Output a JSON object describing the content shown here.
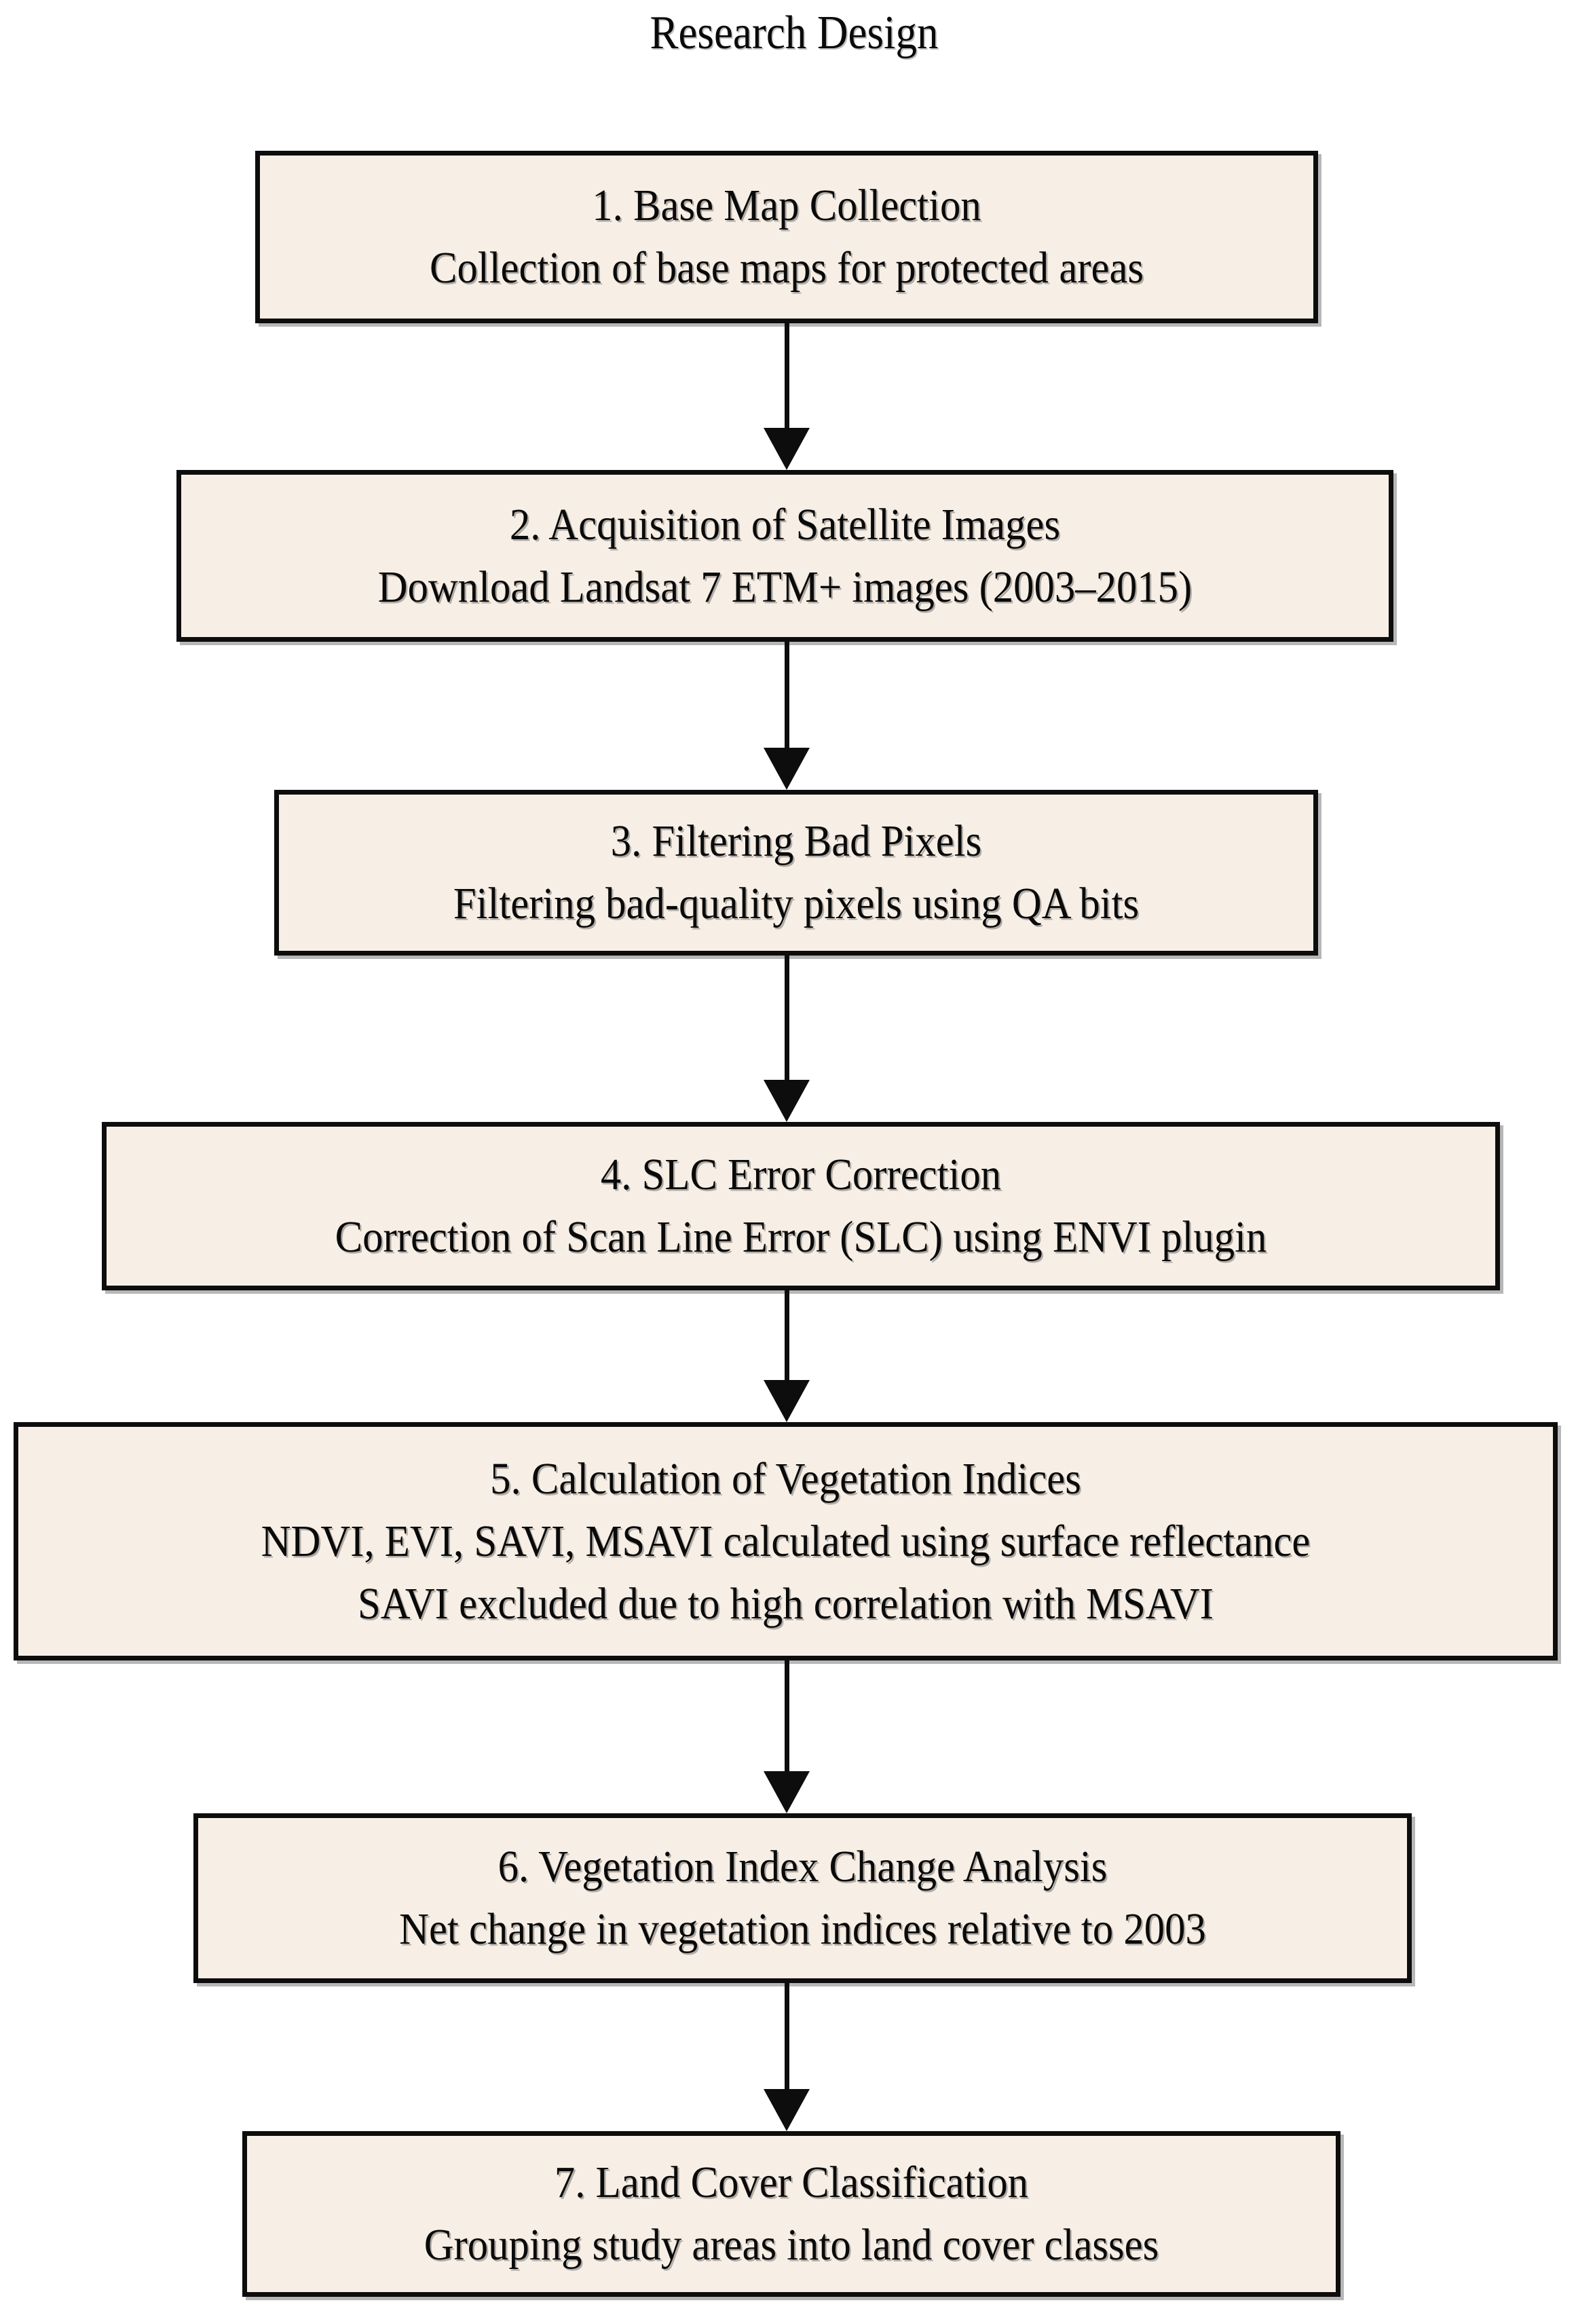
{
  "figure": {
    "title": "Research Design",
    "type": "flowchart",
    "orientation": "vertical-top-to-bottom",
    "background_color": "#FFFFFF",
    "node_fill_color": "#F7EFE6",
    "node_border_color": "#0D0D0D",
    "text_color": "#0A0A0A",
    "connector_color": "#0D0D0D",
    "connector_style": "straight-line-with-solid-triangular-arrowhead"
  },
  "nodes": [
    {
      "id": 1,
      "number": "1.",
      "title": "1. Base Map Collection",
      "description": "Collection of base maps for protected areas",
      "lines": [
        "1. Base Map Collection",
        "Collection of base maps for protected areas"
      ]
    },
    {
      "id": 2,
      "number": "2.",
      "title": "2. Acquisition of Satellite Images",
      "description": "Download Landsat 7 ETM+ images (2003–2015)",
      "lines": [
        "2. Acquisition of Satellite Images",
        "Download Landsat 7 ETM+ images (2003–2015)"
      ]
    },
    {
      "id": 3,
      "number": "3.",
      "title": "3. Filtering Bad Pixels",
      "description": "Filtering bad-quality pixels using QA bits",
      "lines": [
        "3. Filtering Bad Pixels",
        "Filtering bad-quality pixels using QA bits"
      ]
    },
    {
      "id": 4,
      "number": "4.",
      "title": "4. SLC Error Correction",
      "description": "Correction of Scan Line Error (SLC) using ENVI plugin",
      "lines": [
        "4. SLC Error Correction",
        "Correction of Scan Line Error (SLC) using ENVI plugin"
      ]
    },
    {
      "id": 5,
      "number": "5.",
      "title": "5. Calculation of Vegetation Indices",
      "description": "NDVI, EVI, SAVI, MSAVI calculated using surface reflectance",
      "description2": "SAVI excluded due to high correlation with MSAVI",
      "lines": [
        "5. Calculation of Vegetation Indices",
        "NDVI, EVI, SAVI, MSAVI calculated using surface reflectance",
        "SAVI excluded due to high correlation with MSAVI"
      ]
    },
    {
      "id": 6,
      "number": "6.",
      "title": "6. Vegetation Index Change Analysis",
      "description": "Net change in vegetation indices relative to 2003",
      "lines": [
        "6. Vegetation Index Change Analysis",
        "Net change in vegetation indices relative to 2003"
      ]
    },
    {
      "id": 7,
      "number": "7.",
      "title": "7. Land Cover Classification",
      "description": "Grouping study areas into land cover classes",
      "lines": [
        "7. Land Cover Classification",
        "Grouping study areas into land cover classes"
      ]
    }
  ],
  "edges": [
    {
      "from": 1,
      "to": 2,
      "label": ""
    },
    {
      "from": 2,
      "to": 3,
      "label": ""
    },
    {
      "from": 3,
      "to": 4,
      "label": ""
    },
    {
      "from": 4,
      "to": 5,
      "label": ""
    },
    {
      "from": 5,
      "to": 6,
      "label": ""
    },
    {
      "from": 6,
      "to": 7,
      "label": ""
    }
  ]
}
